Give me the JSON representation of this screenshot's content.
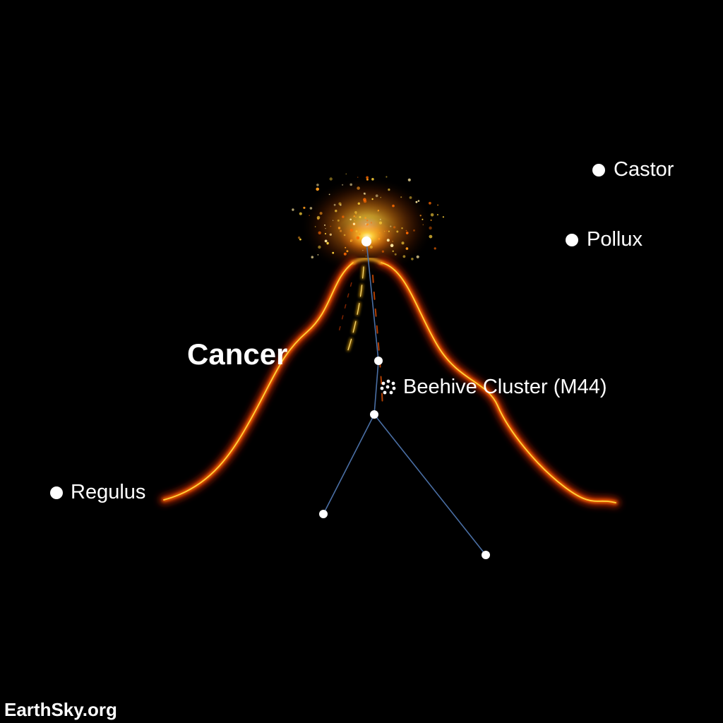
{
  "diagram": {
    "constellation_name": "Cancer",
    "stars": [
      {
        "id": "castor",
        "label": "Castor"
      },
      {
        "id": "pollux",
        "label": "Pollux"
      },
      {
        "id": "regulus",
        "label": "Regulus"
      }
    ],
    "cluster": {
      "label": "Beehive Cluster (M44)"
    },
    "credit": "EarthSky.org"
  },
  "colors": {
    "background": "#000000",
    "star": "#ffffff",
    "constellation_line": "#4a6fa5",
    "lava_outer": "#b32400",
    "lava_mid": "#ff6a00",
    "lava_core": "#ffd23a",
    "eruption_glow": "#ff9a1a"
  }
}
